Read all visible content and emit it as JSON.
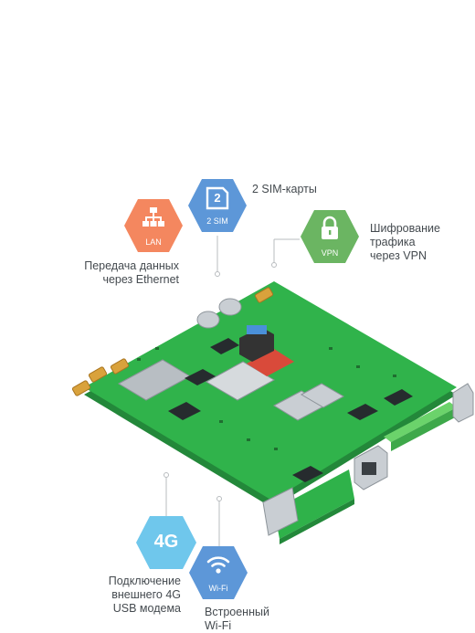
{
  "badges": {
    "lan": {
      "icon": "network-icon",
      "caption": "LAN",
      "color": "#f4875f"
    },
    "sim": {
      "icon": "sim-card-icon",
      "digit": "2",
      "caption": "2 SIM",
      "color": "#5d97d8"
    },
    "vpn": {
      "icon": "lock-icon",
      "caption": "VPN",
      "color": "#6bb562"
    },
    "lte": {
      "icon": "4g-icon",
      "text": "4G",
      "color": "#6fc7ec"
    },
    "wifi": {
      "icon": "wifi-icon",
      "caption": "Wi-Fi",
      "color": "#5d97d8"
    }
  },
  "labels": {
    "sim": "2 SIM-карты",
    "lan_line1": "Передача данных",
    "lan_line2": "через Ethernet",
    "vpn_line1": "Шифрование",
    "vpn_line2": "трафика",
    "vpn_line3": "через VPN",
    "lte_line1": "Подключение",
    "lte_line2": "внешнего 4G",
    "lte_line3": "USB модема",
    "wifi_line1": "Встроенный",
    "wifi_line2": "Wi-Fi"
  },
  "board": {
    "color": "#2fb24a",
    "edge_color": "#23883a"
  }
}
